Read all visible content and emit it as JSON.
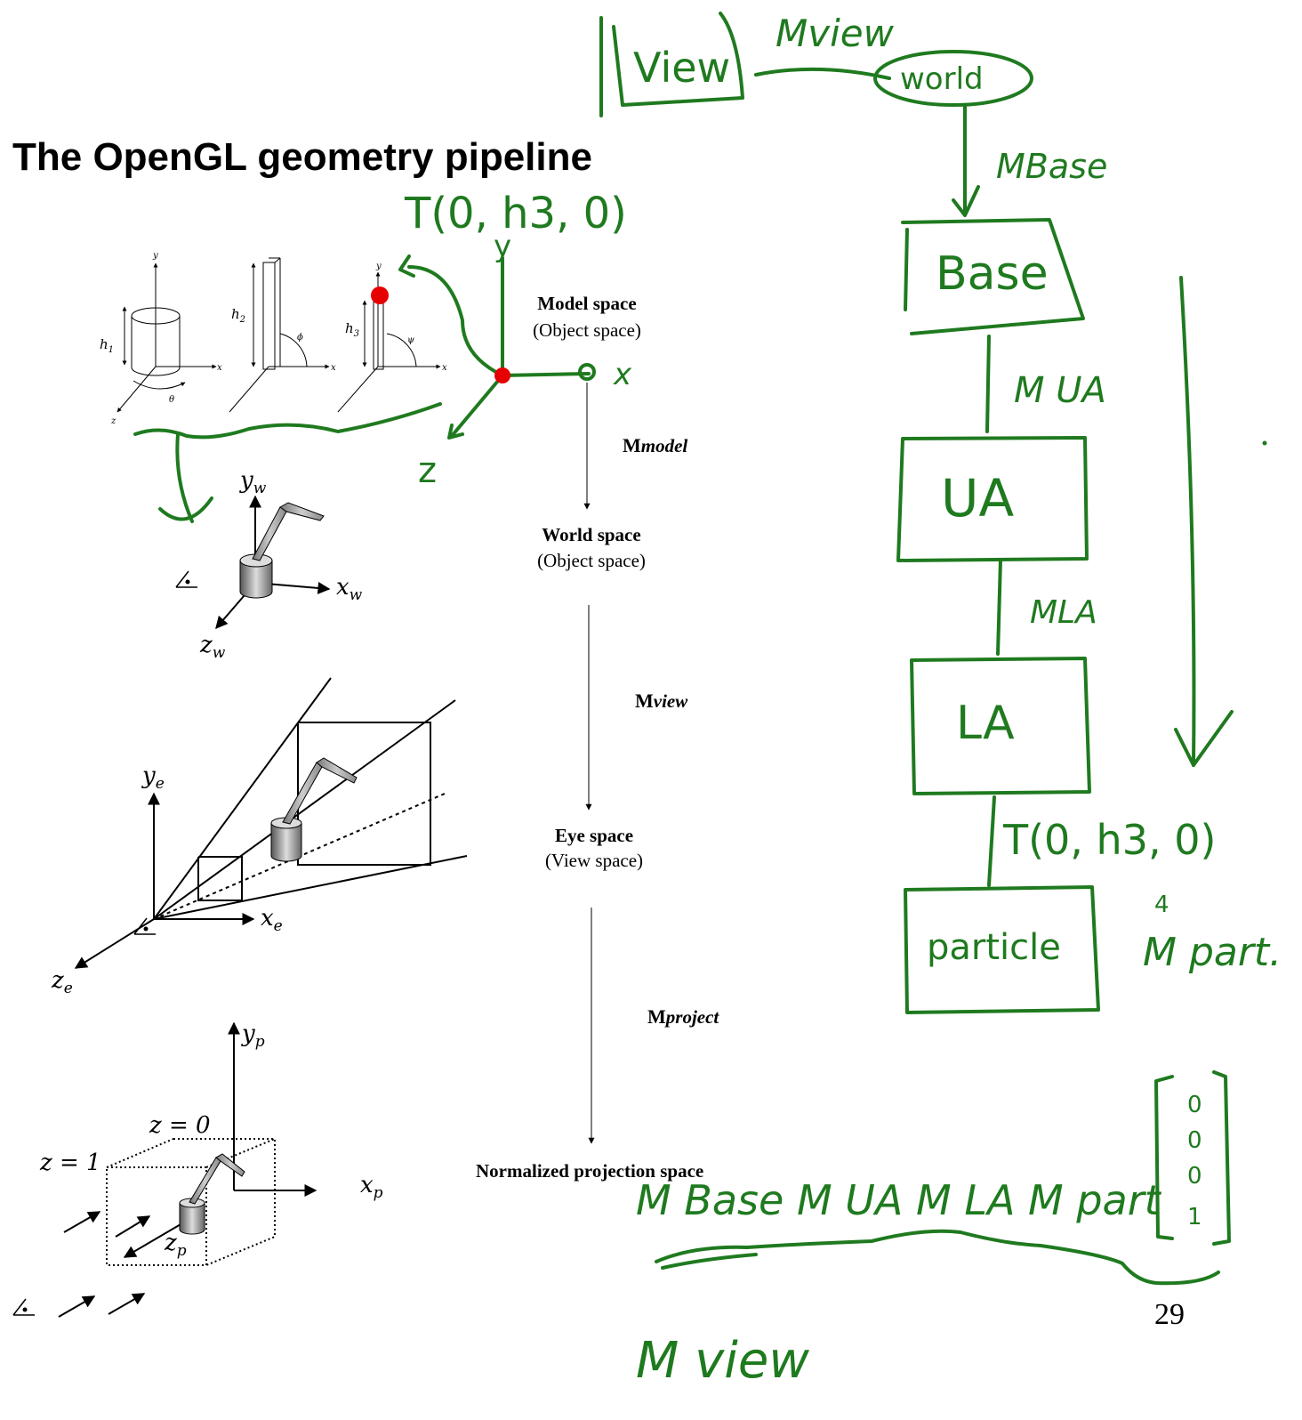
{
  "slide": {
    "title": "The OpenGL geometry pipeline",
    "page_number": "29"
  },
  "stages": [
    {
      "name": "Model space",
      "sub": "(Object space)"
    },
    {
      "name": "World space",
      "sub": "(Object space)"
    },
    {
      "name": "Eye space",
      "sub": "(View space)"
    },
    {
      "name": "Normalized projection space",
      "sub": ""
    }
  ],
  "matrices": [
    {
      "M": "M",
      "sub": "model"
    },
    {
      "M": "M",
      "sub": "view"
    },
    {
      "M": "M",
      "sub": "project"
    }
  ],
  "figure_labels": {
    "model": {
      "h1": "h",
      "h1_sub": "1",
      "h2": "h",
      "h2_sub": "2",
      "h3": "h",
      "h3_sub": "3",
      "phi": "ϕ",
      "theta": "θ",
      "psi": "ψ",
      "x": "x",
      "y": "y",
      "z": "z"
    },
    "world": {
      "x": "x",
      "x_sub": "w",
      "y": "y",
      "y_sub": "w",
      "z": "z",
      "z_sub": "w"
    },
    "eye": {
      "x": "x",
      "x_sub": "e",
      "y": "y",
      "y_sub": "e",
      "z": "z",
      "z_sub": "e"
    },
    "proj": {
      "x": "x",
      "x_sub": "p",
      "y": "y",
      "y_sub": "p",
      "z": "z",
      "z_sub": "p",
      "z0": "z = 0",
      "z1": "z = 1"
    }
  },
  "annotations": {
    "translate_top": "T(0, h3, 0)",
    "axis_y": "y",
    "axis_x": "x",
    "axis_z": "z",
    "m_view_top": "Mview",
    "view_box": "View",
    "world_node": "world",
    "m_base": "MBase",
    "base_box": "Base",
    "m_ua": "M UA",
    "ua_box": "UA",
    "m_la": "MLA",
    "la_box": "LA",
    "translate_lower": "T(0, h3, 0)",
    "four_mark": "4",
    "m_part": "M part.",
    "particle_box": "particle",
    "product": "M Base M UA M LA M part",
    "vector": [
      "0",
      "0",
      "0",
      "1"
    ],
    "m_view_bottom": "M view"
  },
  "colors": {
    "ink": "#1f7a1f",
    "marker": "#e60000",
    "text": "#000000",
    "background": "#ffffff"
  }
}
